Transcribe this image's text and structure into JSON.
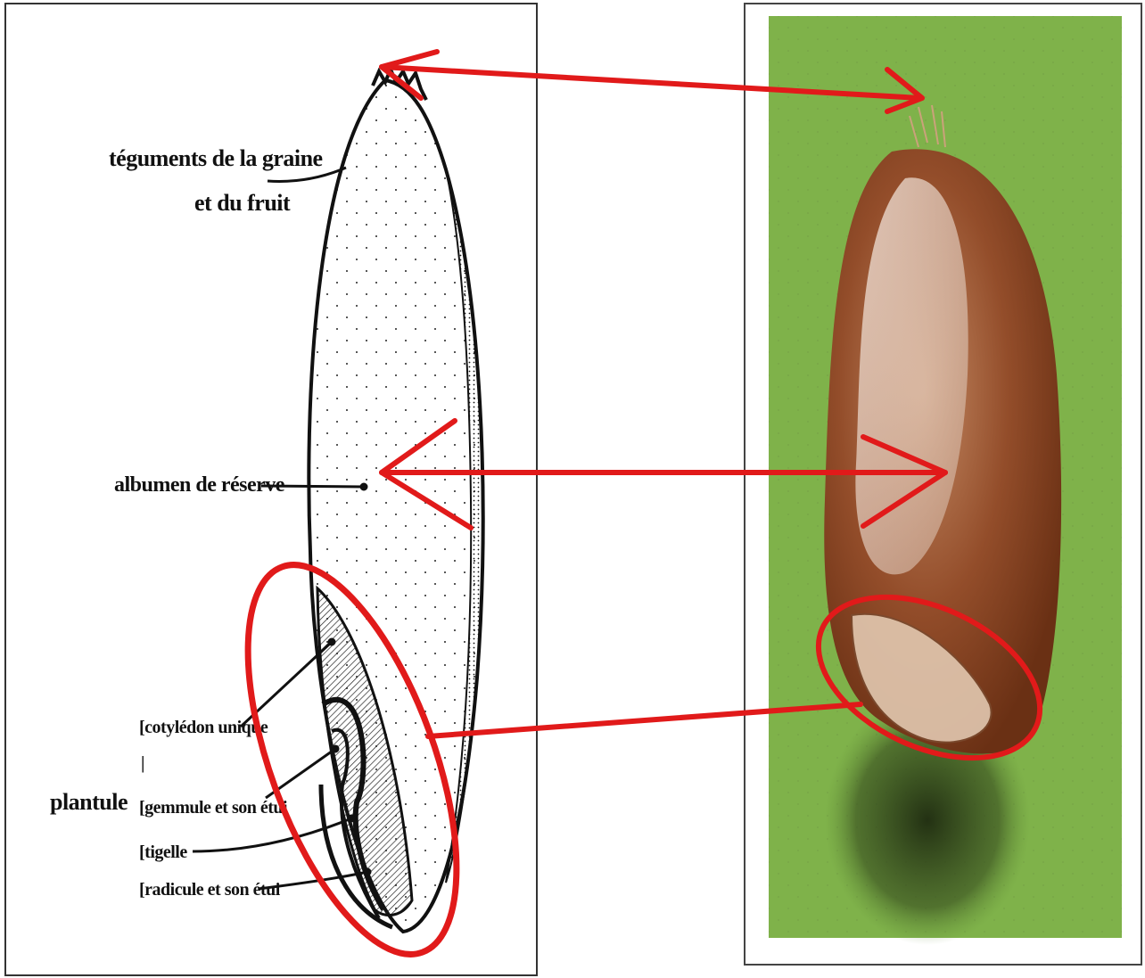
{
  "diagram": {
    "labels": {
      "teguments_line1": "téguments de la graine",
      "teguments_line2": "et du fruit",
      "albumen": "albumen de réserve",
      "cotyledon": "[cotylédon unique",
      "bracket_bar": "|",
      "gemmule": "[gemmule et son étui",
      "tigelle": "[tigelle",
      "radicule": "[radicule et son étui",
      "plantule": "plantule"
    }
  },
  "photo": {
    "subject": "wheat grain (caryopsis) photograph",
    "colors": {
      "background_green": "#7fb24a",
      "grain_brown": "#8a4a28",
      "grain_highlight": "#e8d6c8"
    }
  },
  "annotations": {
    "color": "#e11a1a",
    "items": [
      "double-arrow-tip",
      "double-arrow-albumen",
      "ellipse-embryo-drawing",
      "ellipse-embryo-photo",
      "connector-line"
    ]
  }
}
